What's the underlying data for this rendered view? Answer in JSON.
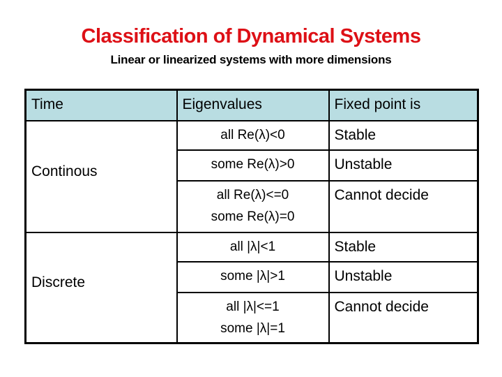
{
  "slide": {
    "title": "Classification of Dynamical Systems",
    "subtitle": "Linear or linearized systems with more dimensions",
    "colors": {
      "title_red": "#dd1016",
      "header_bg": "#b9dde2",
      "border": "#000000",
      "background": "#ffffff"
    }
  },
  "table": {
    "headers": {
      "time": "Time",
      "eigenvalues": "Eigenvalues",
      "fixed_point": "Fixed point is"
    },
    "groups": [
      {
        "time": "Continous",
        "rows": [
          {
            "eigenvalues": [
              "all Re(λ)<0"
            ],
            "fixed_point": "Stable"
          },
          {
            "eigenvalues": [
              "some Re(λ)>0"
            ],
            "fixed_point": "Unstable"
          },
          {
            "eigenvalues": [
              "all Re(λ)<=0",
              "some Re(λ)=0"
            ],
            "fixed_point": "Cannot decide"
          }
        ]
      },
      {
        "time": "Discrete",
        "rows": [
          {
            "eigenvalues": [
              "all |λ|<1"
            ],
            "fixed_point": "Stable"
          },
          {
            "eigenvalues": [
              "some |λ|>1"
            ],
            "fixed_point": "Unstable"
          },
          {
            "eigenvalues": [
              "all |λ|<=1",
              "some |λ|=1"
            ],
            "fixed_point": "Cannot decide"
          }
        ]
      }
    ]
  }
}
